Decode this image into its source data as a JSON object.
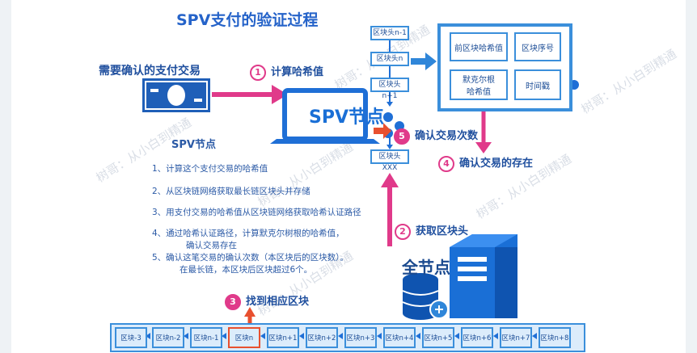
{
  "title": "SPV支付的验证过程",
  "tx_label": "需要确认的支付交易",
  "spv_node_label": "SPV节点",
  "full_node_label": "全节点",
  "steps": {
    "s1": {
      "num": "1",
      "text": "计算哈希值"
    },
    "s2": {
      "num": "2",
      "text": "获取区块头"
    },
    "s3": {
      "num": "3",
      "text": "找到相应区块"
    },
    "s4": {
      "num": "4",
      "text": "确认交易的存在"
    },
    "s5": {
      "num": "5",
      "text": "确认交易次数"
    }
  },
  "spv_list": {
    "heading": "SPV节点",
    "items": [
      "1、计算这个支付交易的哈希值",
      "2、从区块链网络获取最长链区块头并存储",
      "3、用支付交易的哈希值从区块链网络获取哈希认证路径",
      "4、通过哈希认证路径，计算默克尔树根的哈希值，",
      "确认交易存在",
      "5、确认这笔交易的确认次数（本区块后的区块数）。",
      "在最长链，本区块后区块超过6个。"
    ]
  },
  "header_chain": [
    "区块头n-1",
    "区块头n",
    "区块头n+1",
    "区块头XXX"
  ],
  "block_header_detail": {
    "prev_hash": "前区块哈希值",
    "block_seq": "区块序号",
    "merkle_root": "默克尔根\n哈希值",
    "timestamp": "时间戳"
  },
  "chain_blocks": [
    "区块-3",
    "区块n-2",
    "区块n-1",
    "区块n",
    "区块n+1",
    "区块n+2",
    "区块n+3",
    "区块n+4",
    "区块n+5",
    "区块n+6",
    "区块n+7",
    "区块n+8"
  ],
  "watermark": "树哥：从小白到精通",
  "colors": {
    "accent_pink": "#e03a8a",
    "blue": "#3b8fdb",
    "dark_blue": "#1b4a8f"
  }
}
